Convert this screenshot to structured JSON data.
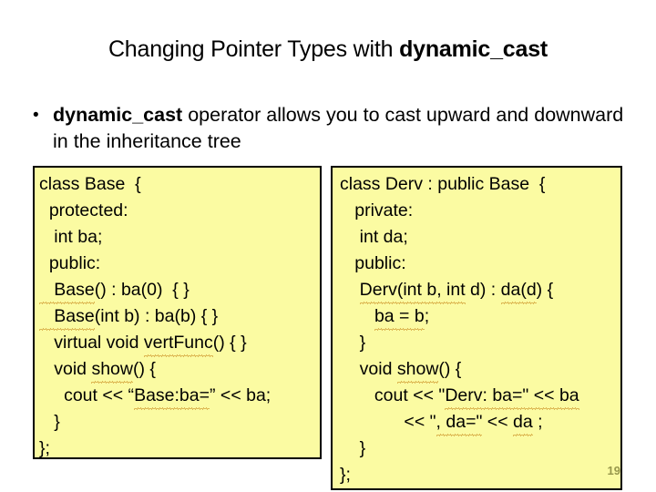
{
  "slide": {
    "title_prefix": "Changing Pointer Types with ",
    "title_bold": "dynamic_cast",
    "page_number": "19",
    "colors": {
      "code_block_fill": "#fbfba2",
      "code_block_border": "#000000",
      "spellcheck_underline": "#c8891c",
      "page_number": "#97974b",
      "text": "#000000",
      "background": "#ffffff"
    }
  },
  "bullets": [
    {
      "marker": "•",
      "bold_lead": "dynamic_cast",
      "text": " operator allows you to cast upward and downward in the inheritance tree"
    }
  ],
  "code_blocks": [
    {
      "name": "base-class",
      "lines": [
        "class Base  {",
        "  protected:",
        "   int ba;",
        "  public:",
        "   Base() : ba(0)  { }",
        "   Base(int b) : ba(b) { }",
        "   virtual void vertFunc() { }",
        "   void show() {",
        "     cout << “Base:ba=” << ba;",
        "   }",
        "};"
      ]
    },
    {
      "name": "derived-class",
      "lines": [
        "class Derv : public Base  {",
        "   private:",
        "    int da;",
        "   public:",
        "    Derv(int b, int d) : da(d) {",
        "       ba = b;",
        "    }",
        "    void show() {",
        "       cout << \"Derv: ba=\" << ba",
        "             << \", da=\" << da ;",
        "    }",
        "};"
      ]
    }
  ]
}
